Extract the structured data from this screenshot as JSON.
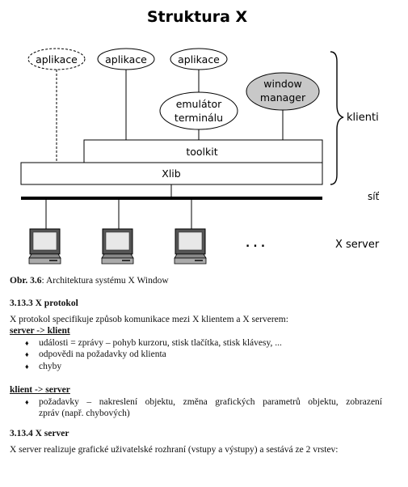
{
  "diagram": {
    "title": "Struktura X",
    "apps": [
      "aplikace",
      "aplikace",
      "aplikace"
    ],
    "emulator": [
      "emulátor",
      "terminálu"
    ],
    "window_manager": [
      "window",
      "manager"
    ],
    "toolkit": "toolkit",
    "xlib": "Xlib",
    "klienti": "klienti",
    "sit": "síť",
    "x_server": "X server",
    "dots": ". . ."
  },
  "caption": {
    "label": "Obr. 3.6",
    "text": ": Architektura systému X Window"
  },
  "section1": {
    "heading": "3.13.3  X protokol",
    "intro": "X protokol specifikuje způsob komunikace mezi X klientem a X serverem:",
    "sub1": "server -> klient",
    "sub1_items": [
      "události = zprávy – pohyb kurzoru, stisk tlačítka, stisk klávesy, ...",
      "odpovědi na požadavky od klienta",
      "chyby"
    ],
    "sub2": "klient -> server",
    "sub2_item_line1": "požadavky – nakreslení objektu, změna  grafických parametrů objektu, zobrazení",
    "sub2_item_line2": "zpráv (např. chybových)"
  },
  "section2": {
    "heading": "3.13.4  X server",
    "text": "X server realizuje grafické uživatelské rozhraní (vstupy a výstupy) a sestává ze 2 vrstev:"
  }
}
